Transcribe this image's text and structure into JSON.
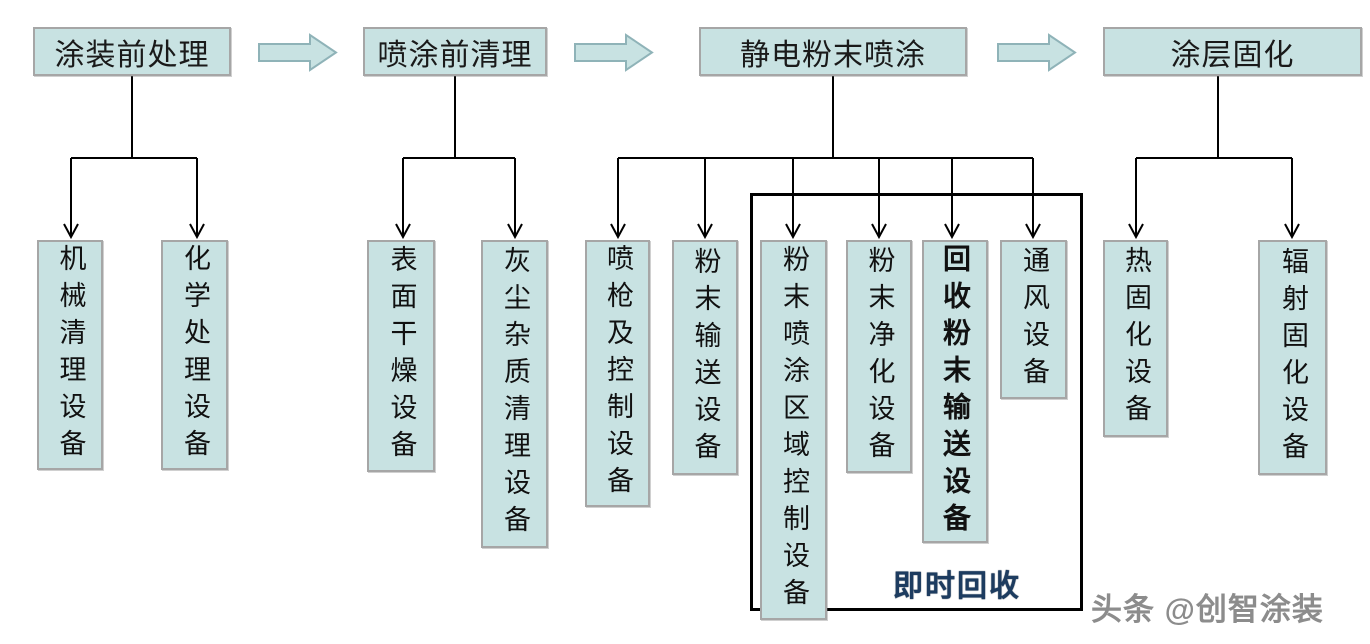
{
  "flow": {
    "stages": [
      {
        "label": "涂装前处理"
      },
      {
        "label": "喷涂前清理"
      },
      {
        "label": "静电粉末喷涂"
      },
      {
        "label": "涂层固化"
      }
    ],
    "equipment": [
      {
        "label": "机械清理设备"
      },
      {
        "label": "化学处理设备"
      },
      {
        "label": "表面干燥设备"
      },
      {
        "label": "灰尘杂质清理设备"
      },
      {
        "label": "喷枪及控制设备"
      },
      {
        "label": "粉末输送设备"
      },
      {
        "label": "粉末喷涂区域控制设备"
      },
      {
        "label": "粉末净化设备"
      },
      {
        "label": "回收粉末输送设备"
      },
      {
        "label": "通风设备"
      },
      {
        "label": "热固化设备"
      },
      {
        "label": "辐射固化设备"
      }
    ],
    "recycle_group_label": "即时回收",
    "watermark": "头条 @创智涂装",
    "colors": {
      "box_fill": "#c8e2e2",
      "box_border": "#a6a6a6",
      "arrow_fill": "#c8e2e2",
      "arrow_border": "#8fb3b8",
      "connector": "#000000",
      "recycle_frame": "#000000",
      "recycle_label": "#1d3c60",
      "watermark": "#8c8c8c"
    }
  }
}
